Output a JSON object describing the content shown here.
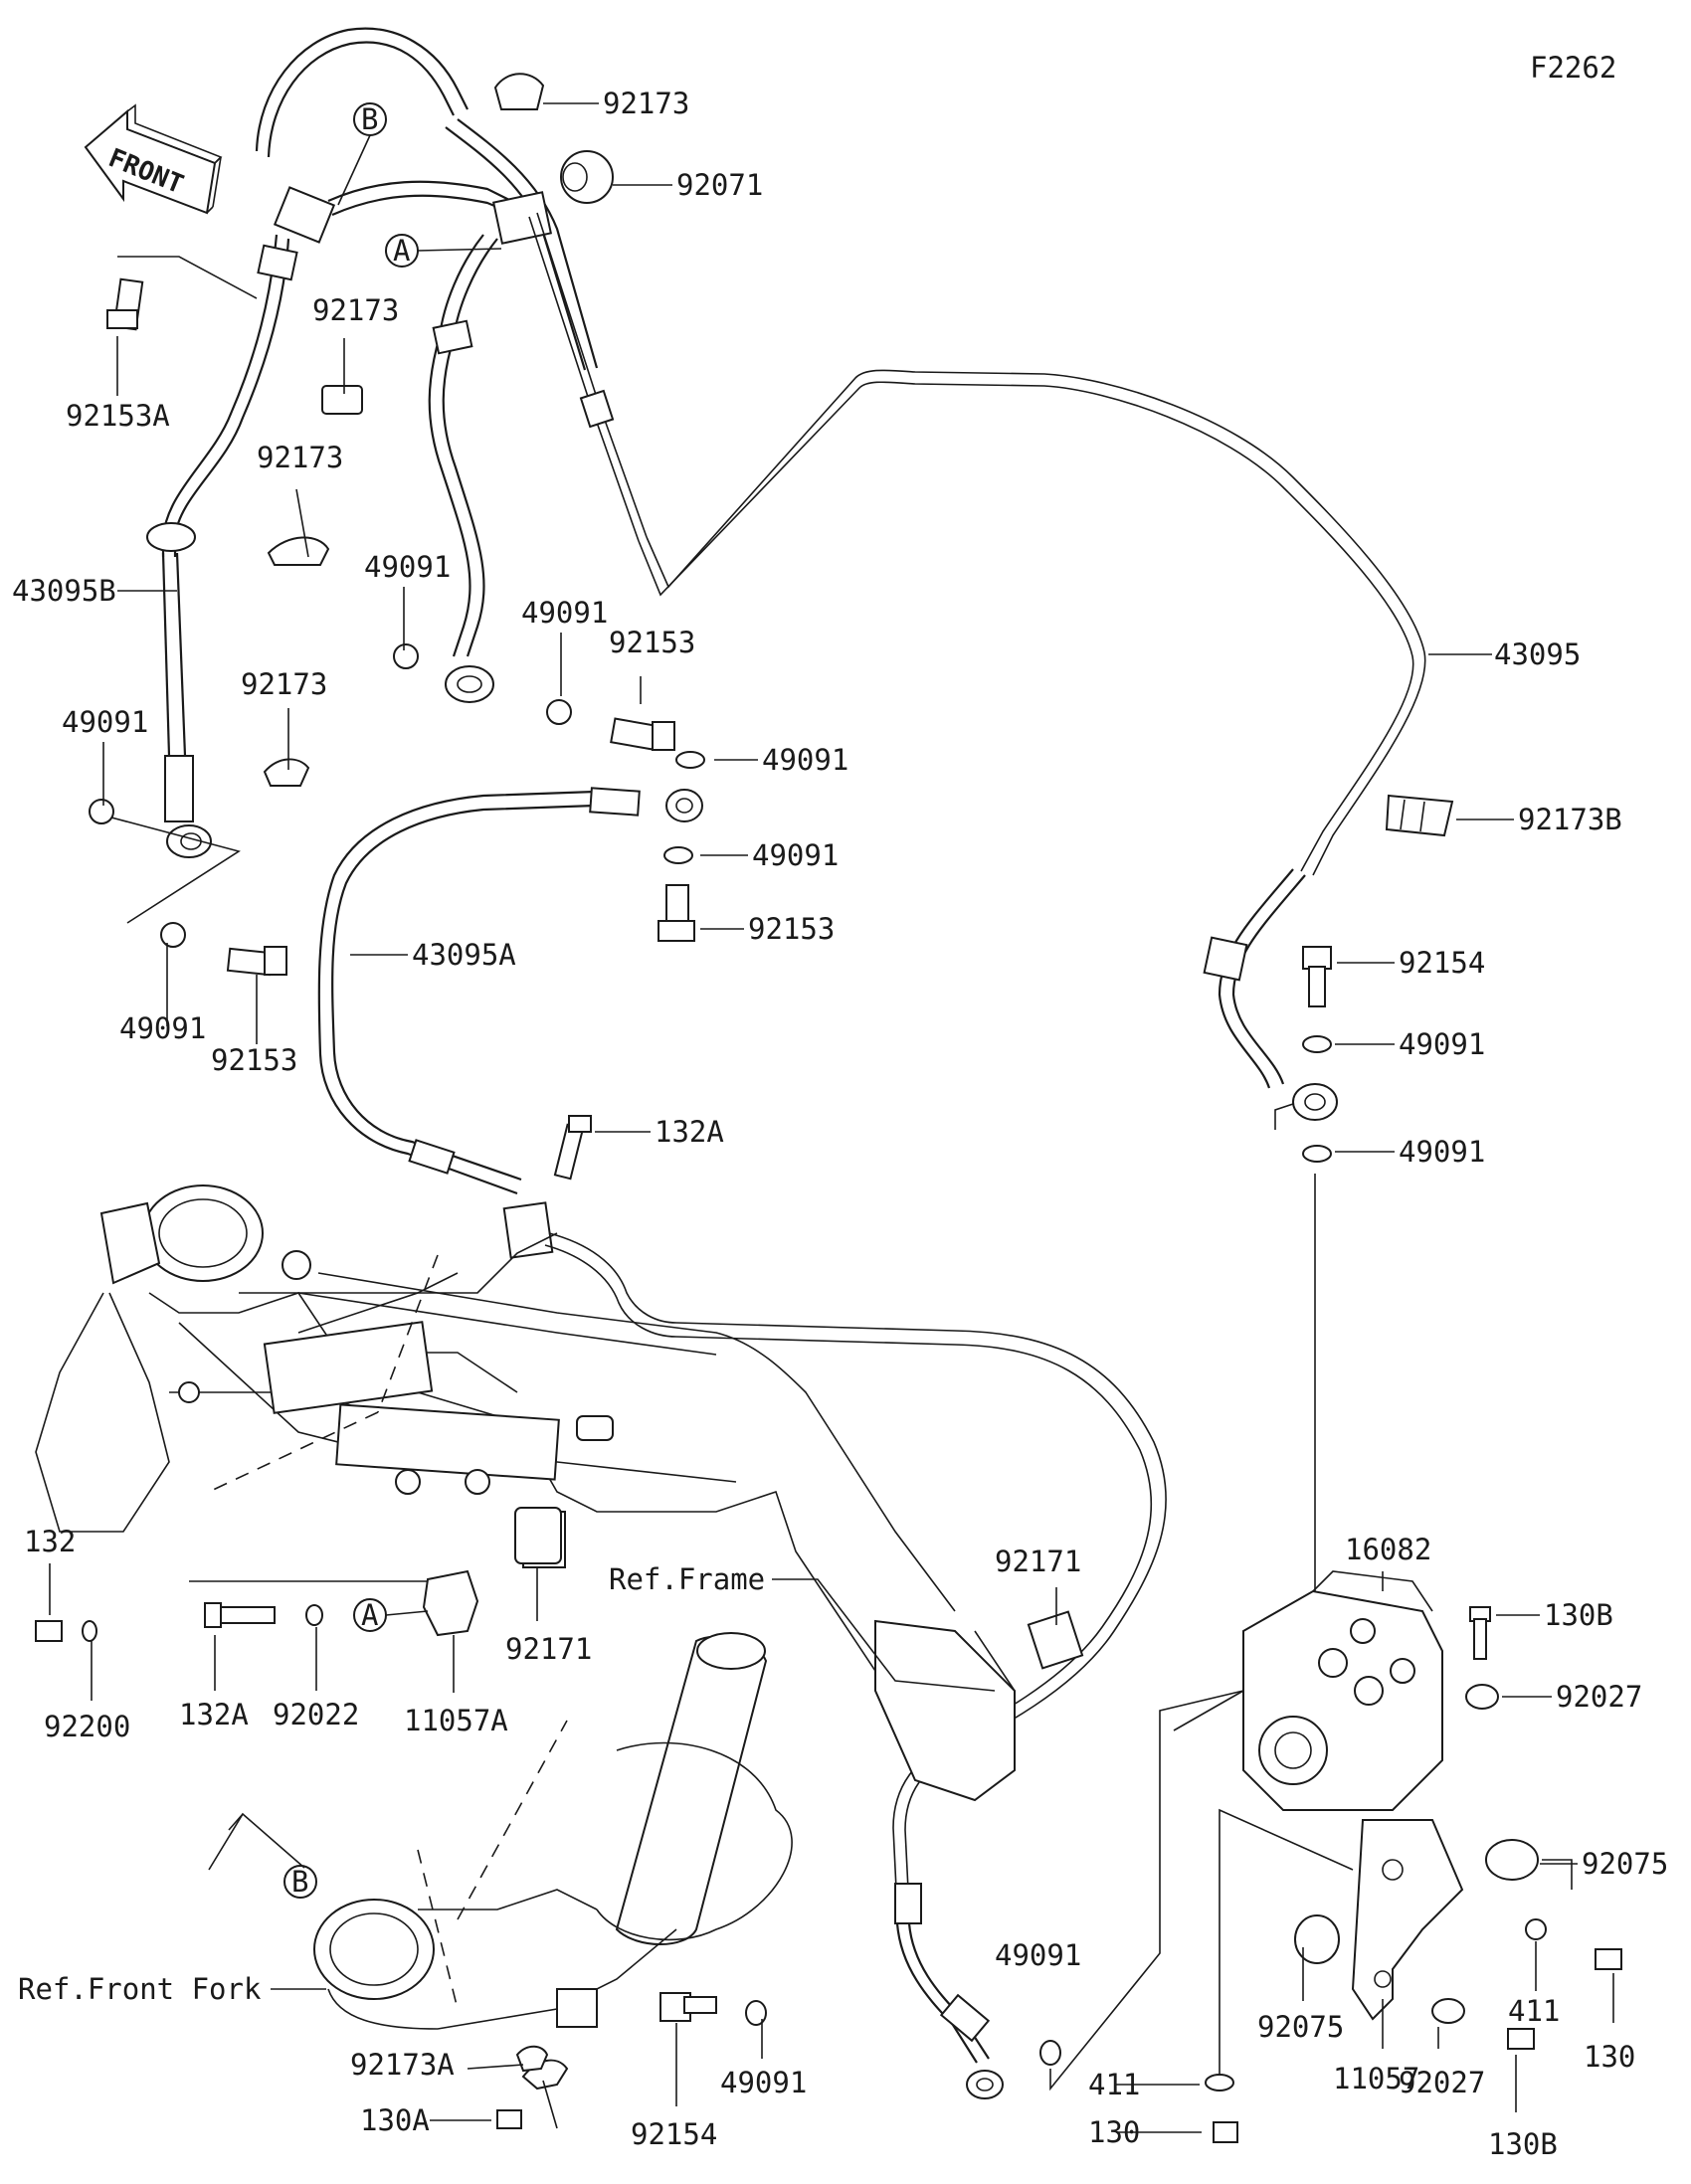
{
  "figure_code": "F2262",
  "front_arrow": "FRONT",
  "callouts": {
    "a": "A",
    "b": "B"
  },
  "labels": {
    "p92173_top": "92173",
    "p92071": "92071",
    "p92153A": "92153A",
    "p92173_a": "92173",
    "p92173_b": "92173",
    "p43095B": "43095B",
    "p49091_a": "49091",
    "p49091_b": "49091",
    "p92153_a": "92153",
    "p92173_c": "92173",
    "p43095": "43095",
    "p49091_c": "49091",
    "p49091_d": "49091",
    "p92153_b": "92153",
    "p92173B": "92173B",
    "p49091_e": "49091",
    "p92153_c": "92153",
    "p43095A": "43095A",
    "p92154_a": "92154",
    "p49091_f": "49091",
    "p49091_g": "49091",
    "p132A_top": "132A",
    "p132": "132",
    "p92200": "92200",
    "p132A_bot": "132A",
    "p92022": "92022",
    "p11057A": "11057A",
    "ref_frame": "Ref.Frame",
    "p92171_a": "92171",
    "p92171_b": "92171",
    "p16082": "16082",
    "p130B_a": "130B",
    "p92027_a": "92027",
    "p92075_a": "92075",
    "ref_front_fork": "Ref.Front Fork",
    "p49091_h": "49091",
    "p411_a": "411",
    "p130": "130",
    "p92075_b": "92075",
    "p11057": "11057",
    "p92173A": "92173A",
    "p130A": "130A",
    "p92154_b": "92154",
    "p49091_i": "49091",
    "p411_b": "411",
    "p130_b": "130",
    "p92027_b": "92027",
    "p130B_b": "130B"
  }
}
